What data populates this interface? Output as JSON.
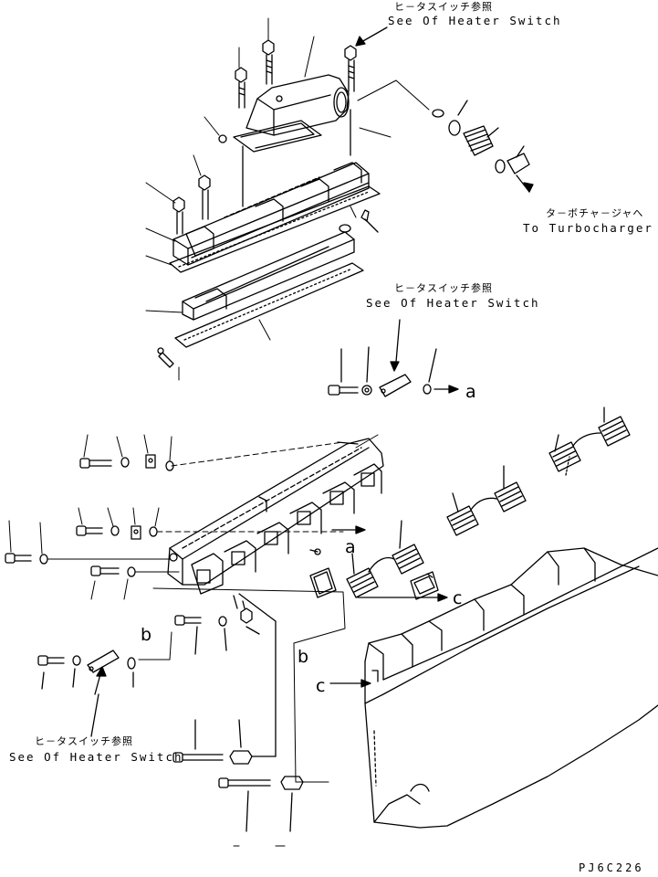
{
  "labels": {
    "heater_top_jp": "ヒ－タスイッチ参照",
    "heater_top_en": "See Of Heater Switch",
    "turbo_jp": "タ－ボチャ－ジャへ",
    "turbo_en": "To Turbocharger",
    "heater_mid_jp": "ヒ－タスイッチ参照",
    "heater_mid_en": "See Of Heater Switch",
    "heater_bottom_jp": "ヒ－タスイッチ参照",
    "heater_bottom_en": "See Of Heater Switch"
  },
  "callouts": {
    "a1": "a",
    "a2": "a",
    "b1": "b",
    "b2": "b",
    "c1": "c",
    "c2": "c"
  },
  "drawing_code": "PJ6C226"
}
